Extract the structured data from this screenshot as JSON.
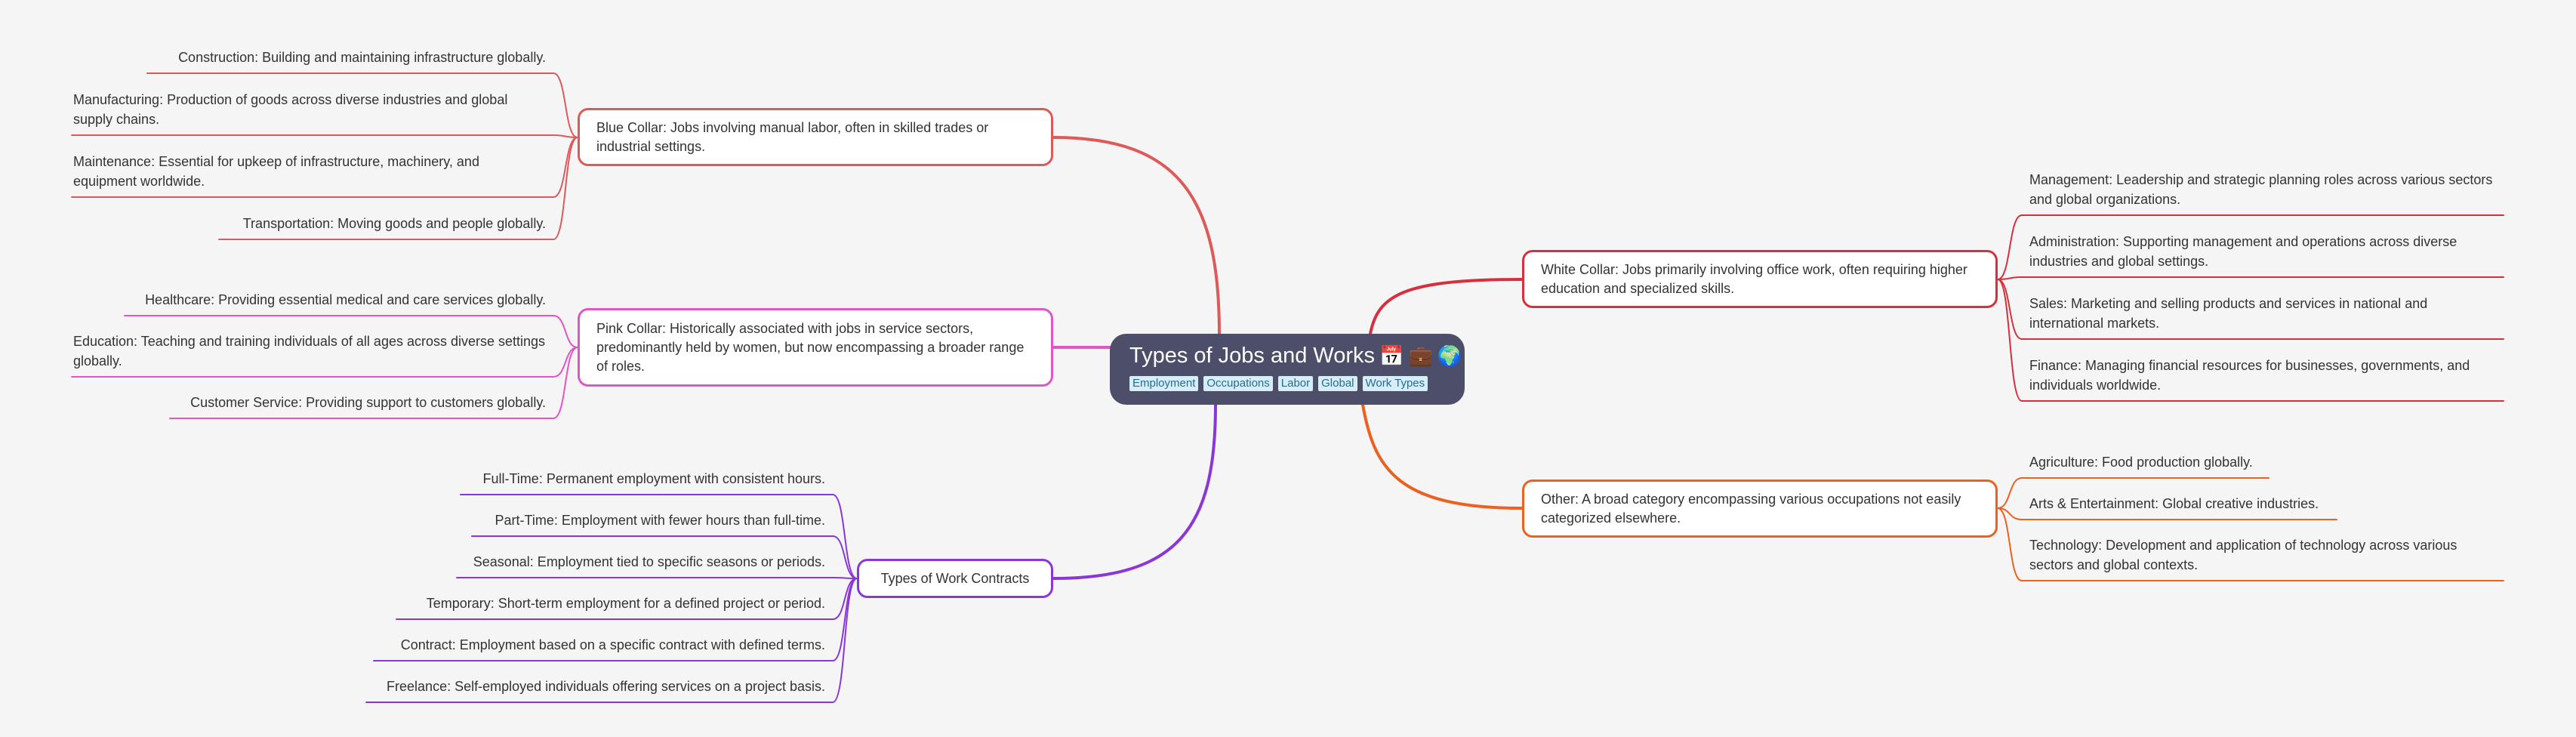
{
  "colors": {
    "background": "#f5f5f5",
    "central": "#4c4e6a",
    "blue_collar": "#dd5a5a",
    "pink_collar": "#e056c7",
    "contracts": "#8a37d6",
    "white_collar": "#d6303e",
    "other": "#ea6120",
    "tag_bg": "#d6eef9"
  },
  "central": {
    "title": "Types of Jobs and Works",
    "icons": [
      "calendar-icon",
      "briefcase-icon",
      "globe-icon"
    ],
    "tags": [
      "Employment",
      "Occupations",
      "Labor",
      "Global",
      "Work Types"
    ]
  },
  "blue_collar": {
    "label": "Blue Collar: Jobs involving manual labor, often in skilled trades or industrial settings.",
    "children": [
      "Construction: Building and maintaining infrastructure globally.",
      "Manufacturing: Production of goods across diverse industries and global supply chains.",
      "Maintenance: Essential for upkeep of infrastructure, machinery, and equipment worldwide.",
      "Transportation: Moving goods and people globally."
    ]
  },
  "pink_collar": {
    "label": "Pink Collar: Historically associated with jobs in service sectors, predominantly held by women, but now encompassing a broader range of roles.",
    "children": [
      "Healthcare: Providing essential medical and care services globally.",
      "Education: Teaching and training individuals of all ages across diverse settings globally.",
      "Customer Service: Providing support to customers globally."
    ]
  },
  "contracts": {
    "label": "Types of Work Contracts",
    "children": [
      "Full-Time: Permanent employment with consistent hours.",
      "Part-Time: Employment with fewer hours than full-time.",
      "Seasonal: Employment tied to specific seasons or periods.",
      "Temporary: Short-term employment for a defined project or period.",
      "Contract: Employment based on a specific contract with defined terms.",
      "Freelance: Self-employed individuals offering services on a project basis."
    ]
  },
  "white_collar": {
    "label": "White Collar: Jobs primarily involving office work, often requiring higher education and specialized skills.",
    "children": [
      "Management: Leadership and strategic planning roles across various sectors and global organizations.",
      "Administration: Supporting management and operations across diverse industries and global settings.",
      "Sales: Marketing and selling products and services in national and international markets.",
      "Finance: Managing financial resources for businesses, governments, and individuals worldwide."
    ]
  },
  "other": {
    "label": "Other: A broad category encompassing various occupations not easily categorized elsewhere.",
    "children": [
      "Agriculture: Food production globally.",
      "Arts & Entertainment: Global creative industries.",
      "Technology: Development and application of technology across various sectors and global contexts."
    ]
  }
}
